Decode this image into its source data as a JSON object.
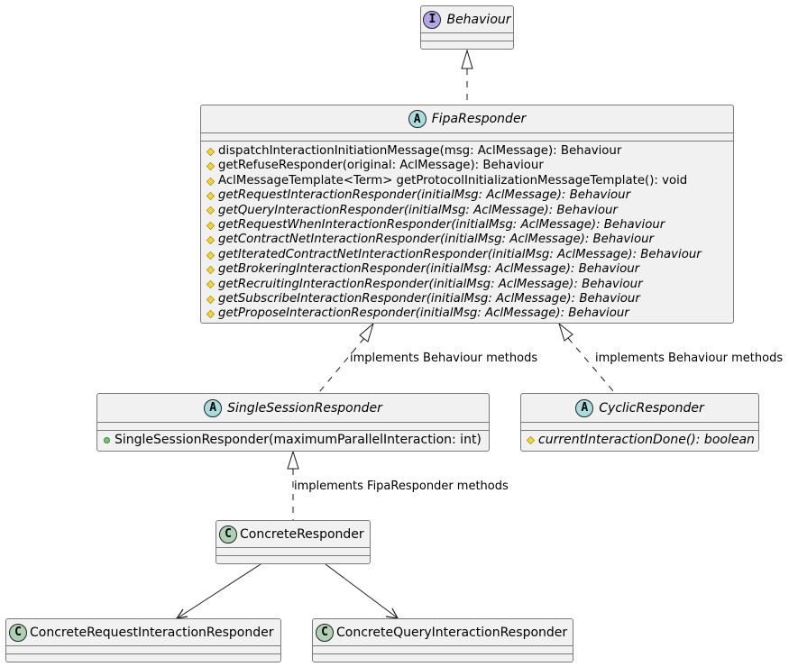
{
  "diagram": {
    "type": "uml-class-diagram",
    "colors": {
      "class_fill": "#f1f1f1",
      "class_border": "#7a7a7a",
      "interface_badge": "#b4a7e5",
      "abstract_badge": "#a9dcdf",
      "class_badge": "#add1b2",
      "protected_marker": "#f2d63a",
      "public_marker": "#84be84",
      "edge": "#181818"
    },
    "classes": {
      "behaviour": {
        "name": "Behaviour",
        "kind": "interface",
        "badge": "I",
        "abstract": true,
        "members": []
      },
      "fipa_responder": {
        "name": "FipaResponder",
        "kind": "abstract",
        "badge": "A",
        "abstract": true,
        "members": [
          {
            "visibility": "protected",
            "abstract": false,
            "text": "dispatchInteractionInitiationMessage(msg: AclMessage): Behaviour"
          },
          {
            "visibility": "protected",
            "abstract": false,
            "text": "getRefuseResponder(original: AclMessage): Behaviour"
          },
          {
            "visibility": "protected",
            "abstract": false,
            "text": "AclMessageTemplate<Term> getProtocolInitializationMessageTemplate(): void"
          },
          {
            "visibility": "protected",
            "abstract": true,
            "text": "getRequestInteractionResponder(initialMsg: AclMessage): Behaviour"
          },
          {
            "visibility": "protected",
            "abstract": true,
            "text": "getQueryInteractionResponder(initialMsg: AclMessage): Behaviour"
          },
          {
            "visibility": "protected",
            "abstract": true,
            "text": "getRequestWhenInteractionResponder(initialMsg: AclMessage): Behaviour"
          },
          {
            "visibility": "protected",
            "abstract": true,
            "text": "getContractNetInteractionResponder(initialMsg: AclMessage): Behaviour"
          },
          {
            "visibility": "protected",
            "abstract": true,
            "text": "getIteratedContractNetInteractionResponder(initialMsg: AclMessage): Behaviour"
          },
          {
            "visibility": "protected",
            "abstract": true,
            "text": "getBrokeringInteractionResponder(initialMsg: AclMessage): Behaviour"
          },
          {
            "visibility": "protected",
            "abstract": true,
            "text": "getRecruitingInteractionResponder(initialMsg: AclMessage): Behaviour"
          },
          {
            "visibility": "protected",
            "abstract": true,
            "text": "getSubscribeInteractionResponder(initialMsg: AclMessage): Behaviour"
          },
          {
            "visibility": "protected",
            "abstract": true,
            "text": "getProposeInteractionResponder(initialMsg: AclMessage): Behaviour"
          }
        ]
      },
      "single_session_responder": {
        "name": "SingleSessionResponder",
        "kind": "abstract",
        "badge": "A",
        "abstract": true,
        "members": [
          {
            "visibility": "public",
            "abstract": false,
            "text": "SingleSessionResponder(maximumParallelInteraction: int)"
          }
        ]
      },
      "cyclic_responder": {
        "name": "CyclicResponder",
        "kind": "abstract",
        "badge": "A",
        "abstract": true,
        "members": [
          {
            "visibility": "protected",
            "abstract": true,
            "text": "currentInteractionDone(): boolean"
          }
        ]
      },
      "concrete_responder": {
        "name": "ConcreteResponder",
        "kind": "class",
        "badge": "C",
        "abstract": false,
        "members": []
      },
      "concrete_request_interaction_responder": {
        "name": "ConcreteRequestInteractionResponder",
        "kind": "class",
        "badge": "C",
        "abstract": false,
        "members": []
      },
      "concrete_query_interaction_responder": {
        "name": "ConcreteQueryInteractionResponder",
        "kind": "class",
        "badge": "C",
        "abstract": false,
        "members": []
      }
    },
    "relations": [
      {
        "from": "FipaResponder",
        "to": "Behaviour",
        "type": "realization",
        "label": ""
      },
      {
        "from": "SingleSessionResponder",
        "to": "FipaResponder",
        "type": "realization",
        "label": "implements Behaviour methods"
      },
      {
        "from": "CyclicResponder",
        "to": "FipaResponder",
        "type": "realization",
        "label": "implements Behaviour methods"
      },
      {
        "from": "ConcreteResponder",
        "to": "SingleSessionResponder",
        "type": "realization",
        "label": "implements FipaResponder methods"
      },
      {
        "from": "ConcreteResponder",
        "to": "ConcreteRequestInteractionResponder",
        "type": "association",
        "label": ""
      },
      {
        "from": "ConcreteResponder",
        "to": "ConcreteQueryInteractionResponder",
        "type": "association",
        "label": ""
      }
    ]
  }
}
